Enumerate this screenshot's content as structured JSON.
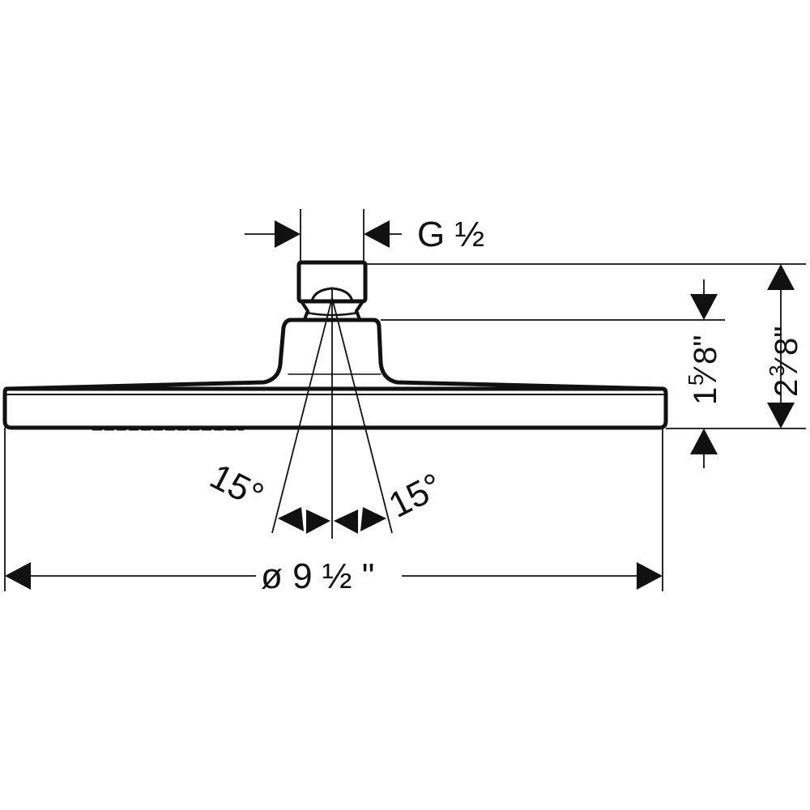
{
  "colors": {
    "line": "#111111",
    "background": "#ffffff"
  },
  "labels": {
    "thread": "G ½",
    "diameter": "ø 9 ½ \"",
    "angle_left": "15°",
    "angle_right": "15°",
    "height_arm_main": "1",
    "height_arm_num": "5",
    "height_arm_slash": "⁄",
    "height_arm_den": "8\"",
    "height_total_main": "2",
    "height_total_num": "3",
    "height_total_slash": "⁄",
    "height_total_den": "8\""
  }
}
